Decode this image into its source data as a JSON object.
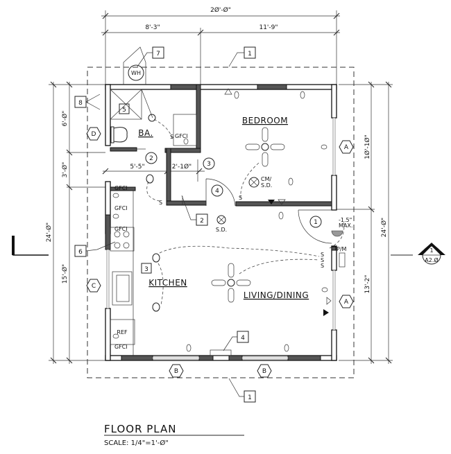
{
  "drawing": {
    "title": "FLOOR PLAN",
    "scale": "SCALE:  1/4\"=1'-Ø\""
  },
  "dimensions": {
    "overall_width": "2Ø'-Ø\"",
    "left_width": "8'-3\"",
    "right_width": "11'-9\"",
    "overall_depth_left": "24'-Ø\"",
    "overall_depth_right": "24'-Ø\"",
    "bath_depth": "6'-Ø\"",
    "hall_depth": "3'-Ø\"",
    "kitchen_depth": "15'-Ø\"",
    "bedroom_depth": "1Ø'-1Ø\"",
    "living_depth": "13'-2\"",
    "hall_width": "5'-5\"",
    "closet_width": "2'-1Ø\""
  },
  "rooms": {
    "bedroom": "BEDROOM",
    "bath": "BA.",
    "kitchen": "KITCHEN",
    "living": "LIVING/DINING"
  },
  "fixtures": {
    "water_heater": "WH",
    "refrigerator": "REF",
    "gfci": "GFCI",
    "co_smoke": "CM/\nS.D.",
    "co_smoke_line1": "CM/",
    "co_smoke_line2": "S.D.",
    "smoke_detector": "S.D.",
    "panel": "P/M",
    "threshold_line1": "-1.5\"",
    "threshold_line2": "MAX.",
    "switch": "S"
  },
  "keynotes": [
    "1",
    "2",
    "3",
    "4",
    "5",
    "6",
    "7",
    "8"
  ],
  "door_tags": [
    "1",
    "2",
    "3",
    "4"
  ],
  "window_tags": {
    "a": "A",
    "b": "B",
    "c": "C",
    "d": "D"
  },
  "section_marker": {
    "number": "1",
    "sheet": "A2.Ø"
  }
}
